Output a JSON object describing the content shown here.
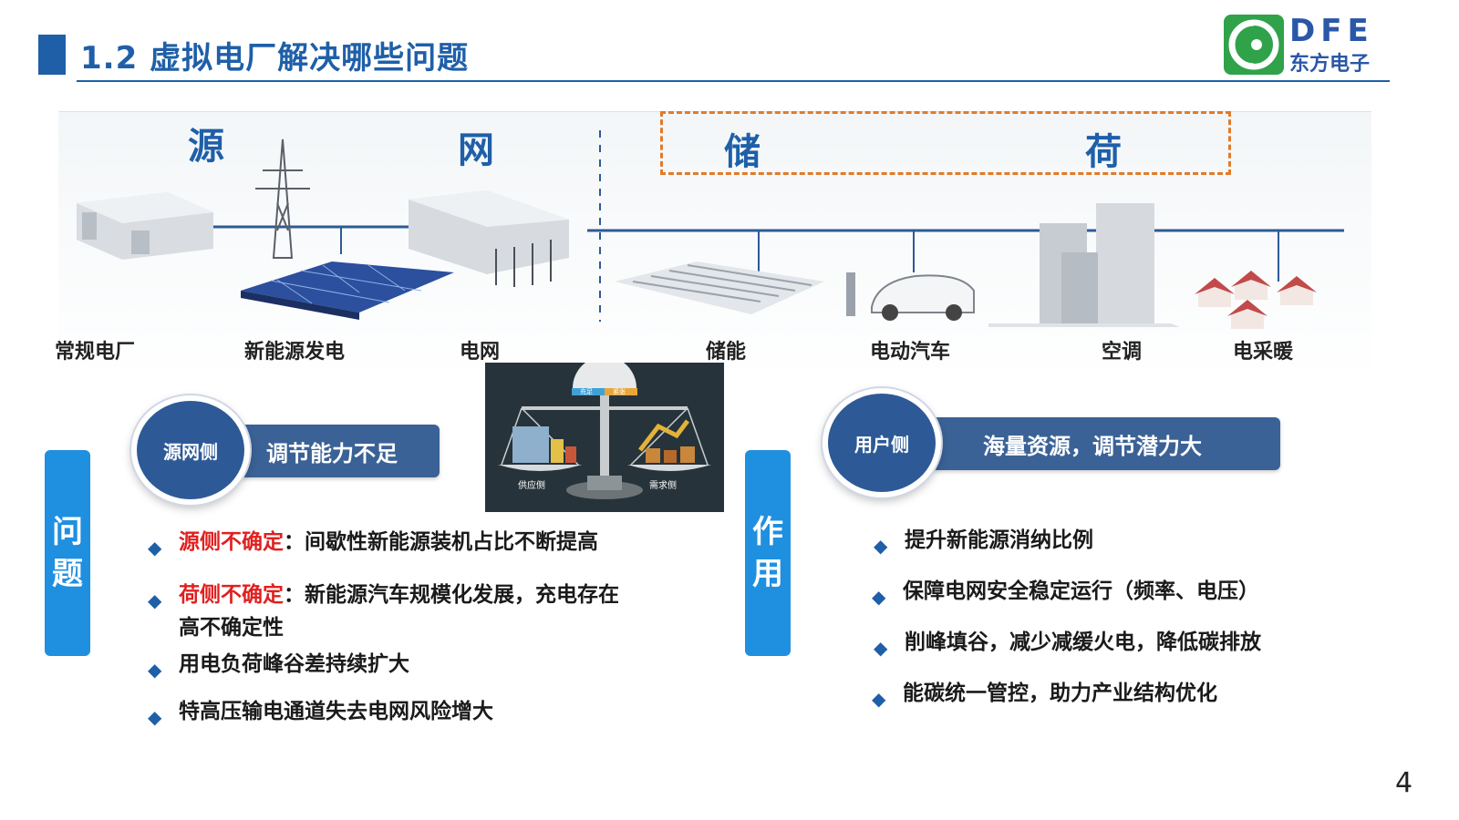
{
  "header": {
    "title": "1.2 虚拟电厂解决哪些问题",
    "logo_text": "DFE",
    "logo_sub": "东方电子"
  },
  "scene": {
    "categories": [
      "源",
      "网",
      "储",
      "荷"
    ],
    "nodes": [
      "常规电厂",
      "新能源发电",
      "电网",
      "储能",
      "电动汽车",
      "空调",
      "电采暖"
    ]
  },
  "left": {
    "tab_label_1": "问",
    "tab_label_2": "题",
    "circle_label": "源网侧",
    "pill_label": "调节能力不足",
    "bullets": [
      {
        "highlight": "源侧不确定",
        "text": "：间歇性新能源装机占比不断提高"
      },
      {
        "highlight": "荷侧不确定",
        "text": "：新能源汽车规模化发展，充电存在",
        "text2": "高不确定性"
      },
      {
        "highlight": "",
        "text": "用电负荷峰谷差持续扩大"
      },
      {
        "highlight": "",
        "text": "特高压输电通道失去电网风险增大"
      }
    ]
  },
  "scale": {
    "top_left": "充足",
    "top_right": "紧张",
    "supply": "供应侧",
    "demand": "需求侧"
  },
  "right": {
    "tab_label_1": "作",
    "tab_label_2": "用",
    "circle_label": "用户侧",
    "pill_label": "海量资源，调节潜力大",
    "bullets": [
      "提升新能源消纳比例",
      "保障电网安全稳定运行（频率、电压）",
      "削峰填谷，减少减缓火电，降低碳排放",
      "能碳统一管控，助力产业结构优化"
    ]
  },
  "colors": {
    "brand_blue": "#1f5fa8",
    "tab_blue": "#1f8fe0",
    "circle_blue": "#2d5a97",
    "highlight_red": "#e02020",
    "dash_orange": "#e07b2a"
  },
  "footer": {
    "page_number": "4"
  }
}
